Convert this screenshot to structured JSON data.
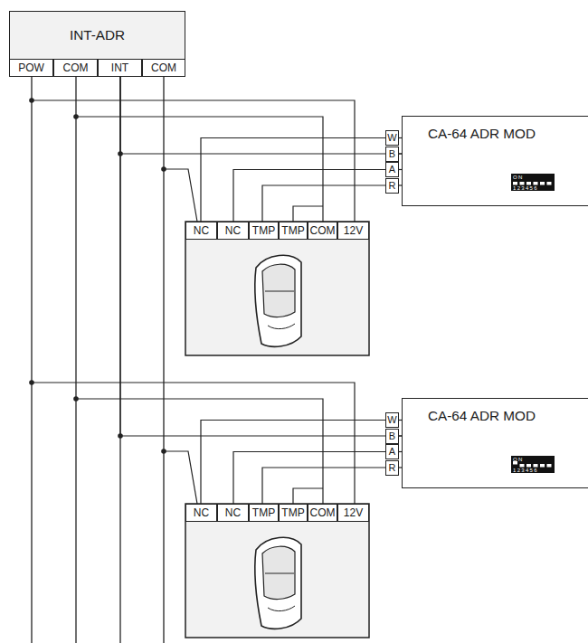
{
  "diagram": {
    "nodes": [
      {
        "text": [
          "INT-ADR"
        ]
      },
      {
        "text": [
          "CA-64 ADR MOD"
        ]
      },
      {
        "text": [
          "CA-64 ADR MOD"
        ]
      }
    ],
    "edges": [
      {
        "from": 0,
        "to": 1,
        "arrow": "none"
      },
      {
        "from": 0,
        "to": 2,
        "arrow": "none"
      }
    ],
    "labels": [
      "POW",
      "COM",
      "INT",
      "COM",
      "W",
      "B",
      "A",
      "R",
      "ON",
      "123456",
      "NC",
      "NC",
      "TMP",
      "TMP",
      "COM",
      "12V",
      "W",
      "B",
      "A",
      "R",
      "ON",
      "123456",
      "NC",
      "NC",
      "TMP",
      "TMP",
      "COM",
      "12V"
    ]
  }
}
